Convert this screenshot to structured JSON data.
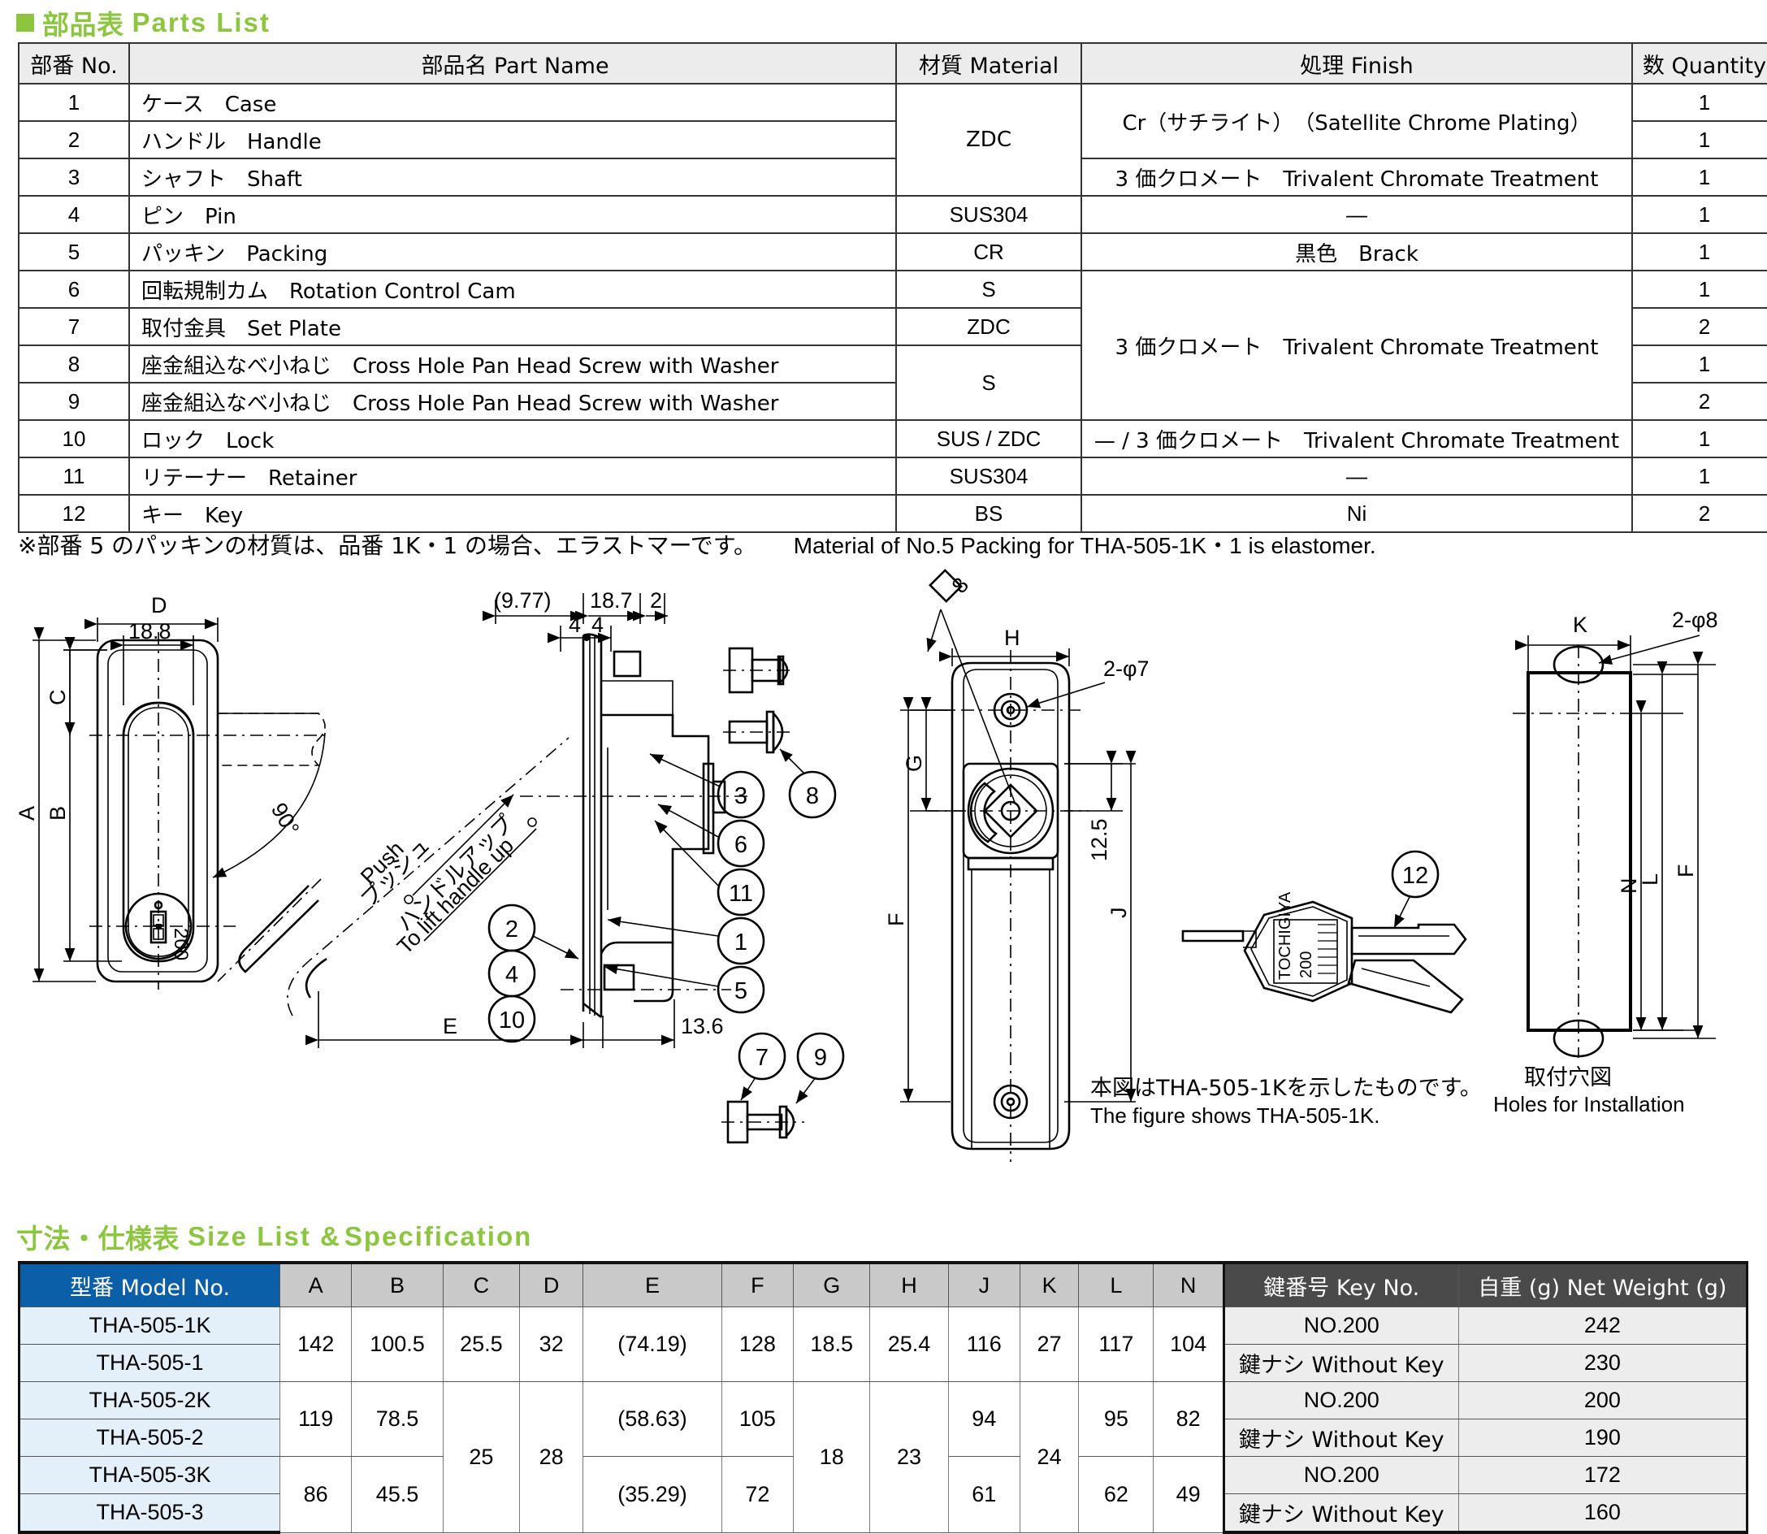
{
  "parts_section": {
    "title_jp": "部品表",
    "title_en": "Parts List",
    "headers": {
      "no": "部番 No.",
      "name": "部品名 Part Name",
      "material": "材質 Material",
      "finish": "処理 Finish",
      "qty": "数 Quantity"
    },
    "rows": [
      {
        "no": "1",
        "name": "ケース　Case",
        "qty": "1"
      },
      {
        "no": "2",
        "name": "ハンドル　Handle",
        "qty": "1"
      },
      {
        "no": "3",
        "name": "シャフト　Shaft",
        "qty": "1"
      },
      {
        "no": "4",
        "name": "ピン　Pin",
        "qty": "1"
      },
      {
        "no": "5",
        "name": "パッキン　Packing",
        "qty": "1"
      },
      {
        "no": "6",
        "name": "回転規制カム　Rotation Control Cam",
        "qty": "1"
      },
      {
        "no": "7",
        "name": "取付金具　Set Plate",
        "qty": "2"
      },
      {
        "no": "8",
        "name": "座金組込なべ小ねじ　Cross Hole Pan Head Screw with Washer",
        "qty": "1"
      },
      {
        "no": "9",
        "name": "座金組込なべ小ねじ　Cross Hole Pan Head Screw with Washer",
        "qty": "2"
      },
      {
        "no": "10",
        "name": "ロック　Lock",
        "qty": "1"
      },
      {
        "no": "11",
        "name": "リテーナー　Retainer",
        "qty": "1"
      },
      {
        "no": "12",
        "name": "キー　Key",
        "qty": "2"
      }
    ],
    "materials": {
      "zdc_1_3": "ZDC",
      "sus304_4": "SUS304",
      "cr_5": "CR",
      "s_6": "S",
      "zdc_7": "ZDC",
      "s_8_9": "S",
      "sus_zdc_10": "SUS / ZDC",
      "sus304_11": "SUS304",
      "bs_12": "BS"
    },
    "finishes": {
      "chrome_1_2": "Cr（サチライト）　（Satellite Chrome Plating）",
      "trivalent_3": "3 価クロメート　Trivalent Chromate Treatment",
      "dash_4": "—",
      "black_5": "黒色　Brack",
      "trivalent_6_9": "3 価クロメート　Trivalent Chromate Treatment",
      "mixed_10": "— / 3 価クロメート　Trivalent Chromate Treatment",
      "dash_11": "—",
      "ni_12": "Ni"
    },
    "footnote_jp": "※部番 5 のパッキンの材質は、品番 1K・1 の場合、エラストマーです。",
    "footnote_en": "Material of No.5 Packing for THA-505-1K・1 is elastomer."
  },
  "drawing": {
    "front_view": {
      "dim_D": "D",
      "dim_18_8": "18.8",
      "dim_A": "A",
      "dim_B": "B",
      "dim_C": "C",
      "angle": "90°",
      "key_no_mark": "200"
    },
    "side_view": {
      "dim_9_77": "(9.77)",
      "dim_18_7": "18.7",
      "dim_2": "2",
      "dim_4a": "4",
      "dim_4b": "4",
      "dim_13_6": "13.6",
      "dim_E": "E",
      "push_en": "Push",
      "push_jp": "プッシュ",
      "lift_jp": "ハンドルアップ",
      "lift_en": "To lift handle up"
    },
    "rear_view": {
      "dim_sq8": "8",
      "dim_H": "H",
      "dim_G": "G",
      "dim_F": "F",
      "dim_J": "J",
      "dim_12_5": "12.5",
      "holes_2phi7": "2-φ7",
      "note_jp": "本図はTHA-505-1Kを示したものです。",
      "note_en": "The figure shows THA-505-1K."
    },
    "key_part": {
      "brand": "TOCHIGIYA",
      "number": "200",
      "balloon": "12"
    },
    "install_view": {
      "dim_K": "K",
      "dim_N": "N",
      "dim_L": "L",
      "dim_F": "F",
      "holes_2phi8": "2-φ8",
      "caption_jp": "取付穴図",
      "caption_en": "Holes for Installation"
    },
    "balloons": [
      "1",
      "2",
      "3",
      "4",
      "5",
      "6",
      "7",
      "8",
      "9",
      "10",
      "11",
      "12"
    ]
  },
  "spec_section": {
    "title_jp": "寸法・仕様表",
    "title_en": "Size List & ",
    "title_en_bold": "Specification",
    "headers": [
      "型番 Model No.",
      "A",
      "B",
      "C",
      "D",
      "E",
      "F",
      "G",
      "H",
      "J",
      "K",
      "L",
      "N",
      "鍵番号 Key No.",
      "自重 (g) Net Weight (g)"
    ],
    "groups": [
      {
        "models": [
          "THA-505-1K",
          "THA-505-1"
        ],
        "A": "142",
        "B": "100.5",
        "C": "25.5",
        "D": "32",
        "E": "(74.19)",
        "F": "128",
        "G": "18.5",
        "H": "25.4",
        "J": "116",
        "K": "27",
        "L": "117",
        "N": "104",
        "keys": [
          "NO.200",
          "鍵ナシ Without Key"
        ],
        "weights": [
          "242",
          "230"
        ]
      },
      {
        "models": [
          "THA-505-2K",
          "THA-505-2"
        ],
        "A": "119",
        "B": "78.5",
        "C": "25",
        "D": "28",
        "E": "(58.63)",
        "F": "105",
        "G": "18",
        "H": "23",
        "J": "94",
        "K": "24",
        "L": "95",
        "N": "82",
        "keys": [
          "NO.200",
          "鍵ナシ Without Key"
        ],
        "weights": [
          "200",
          "190"
        ]
      },
      {
        "models": [
          "THA-505-3K",
          "THA-505-3"
        ],
        "A": "86",
        "B": "45.5",
        "C": "25",
        "D": "28",
        "E": "(35.29)",
        "F": "72",
        "G": "18",
        "H": "23",
        "J": "61",
        "K": "24",
        "L": "62",
        "N": "49",
        "keys": [
          "NO.200",
          "鍵ナシ Without Key"
        ],
        "weights": [
          "172",
          "160"
        ]
      }
    ]
  },
  "colors": {
    "accent_green": "#8CC63E",
    "model_header_blue": "#0B5EA8",
    "model_cell_blue": "#E3F0FA",
    "dim_header_gray": "#c9c9c9",
    "key_header_dark": "#4a4a4a"
  }
}
